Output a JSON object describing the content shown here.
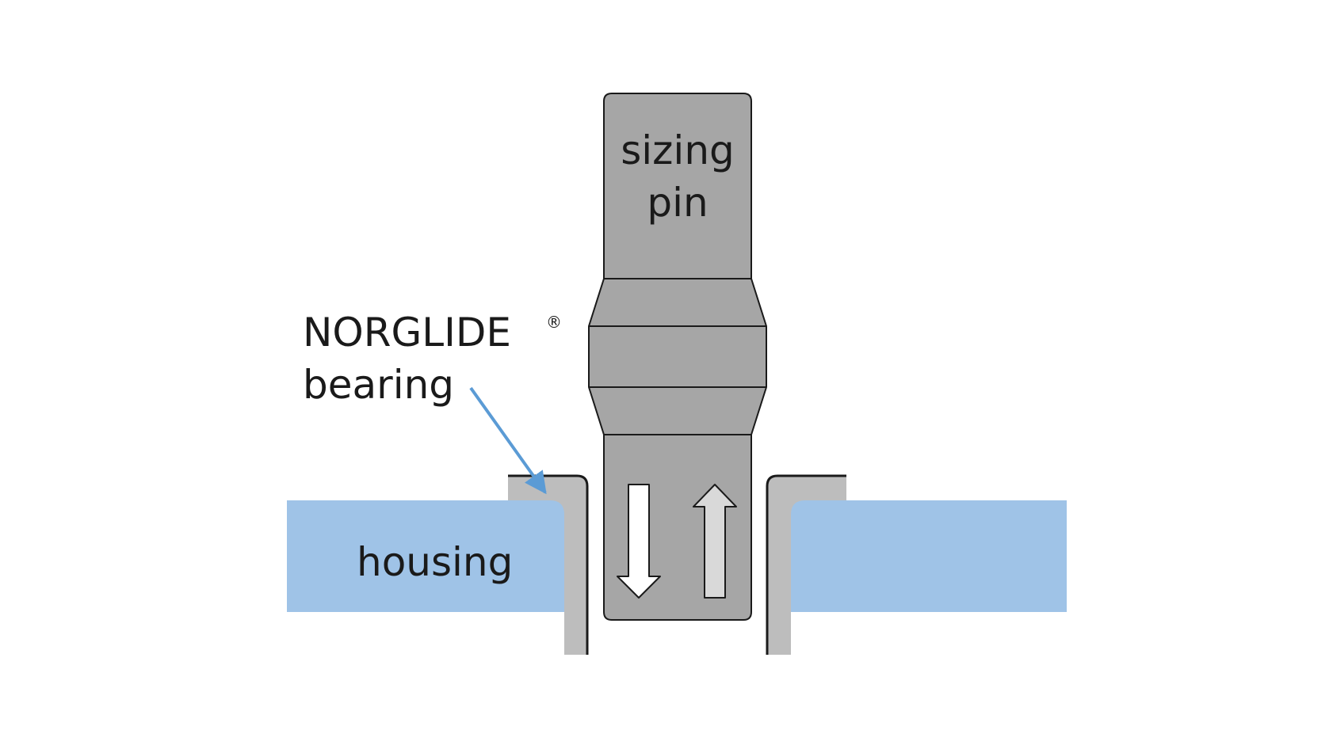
{
  "diagram": {
    "labels": {
      "pin_line1": "sizing",
      "pin_line2": "pin",
      "bearing_line1": "NORGLIDE",
      "bearing_trademark": "®",
      "bearing_line2": "bearing",
      "housing": "housing"
    },
    "colors": {
      "housing": "#9fc3e7",
      "bearing": "#bdbdbd",
      "pin": "#a6a6a6",
      "outline": "#1a1a1a",
      "leader_arrow": "#5b9bd5",
      "arrow_down_fill": "#ffffff",
      "arrow_up_fill": "#d9d9d9"
    },
    "motion_arrows": [
      {
        "direction": "down",
        "icon": "arrow-down-icon"
      },
      {
        "direction": "up",
        "icon": "arrow-up-icon"
      }
    ]
  }
}
